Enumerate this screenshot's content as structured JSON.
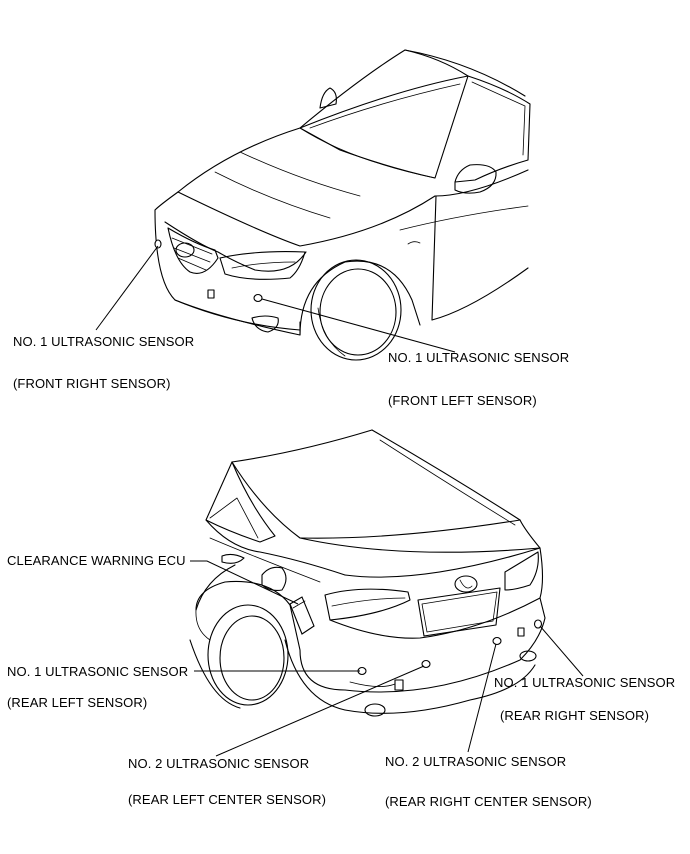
{
  "labels": {
    "front_right_name": "NO. 1 ULTRASONIC SENSOR",
    "front_right_pos": "(FRONT RIGHT SENSOR)",
    "front_left_name": "NO. 1 ULTRASONIC SENSOR",
    "front_left_pos": "(FRONT LEFT SENSOR)",
    "ecu_name": "CLEARANCE WARNING ECU",
    "rear_left_name": "NO. 1 ULTRASONIC SENSOR",
    "rear_left_pos": "(REAR LEFT SENSOR)",
    "rear_right_name": "NO. 1 ULTRASONIC SENSOR",
    "rear_right_pos": "(REAR RIGHT SENSOR)",
    "rear_left_center_name": "NO. 2 ULTRASONIC SENSOR",
    "rear_left_center_pos": "(REAR LEFT CENTER SENSOR)",
    "rear_right_center_name": "NO. 2 ULTRASONIC SENSOR",
    "rear_right_center_pos": "(REAR RIGHT CENTER SENSOR)"
  },
  "icons": {
    "front_car": "front-car-illustration",
    "rear_car": "rear-car-illustration",
    "sensor": "ultrasonic-sensor-icon",
    "ecu": "ecu-module-icon"
  }
}
